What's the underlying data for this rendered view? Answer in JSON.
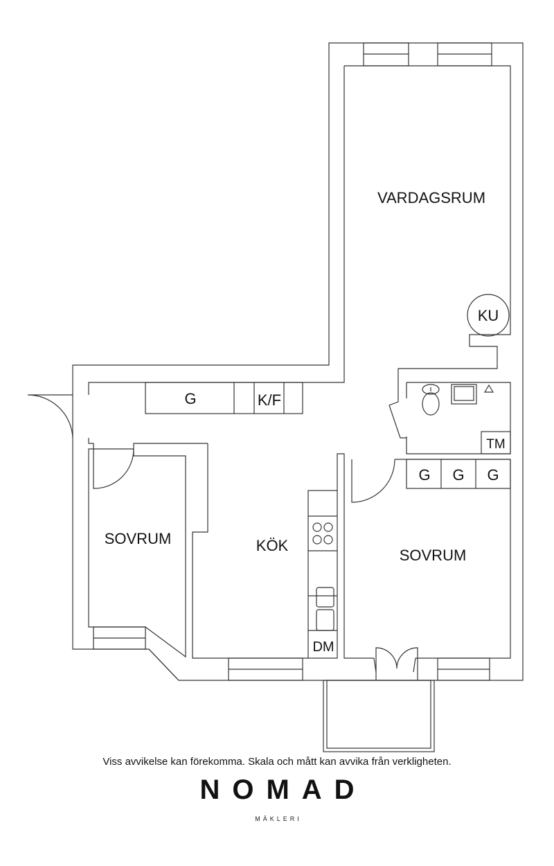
{
  "rooms": {
    "living_room": "VARDAGSRUM",
    "kitchen": "KÖK",
    "bedroom_left": "SOVRUM",
    "bedroom_right": "SOVRUM"
  },
  "fixtures": {
    "ku": "KU",
    "wardrobe_hall": "G",
    "fridge_freezer": "K/F",
    "washer": "TM",
    "wardrobes_bedroom": [
      "G",
      "G",
      "G"
    ],
    "dishwasher": "DM"
  },
  "disclaimer": "Viss avvikelse kan förekomma. Skala och mått kan avvika från verkligheten.",
  "logo": {
    "name": "NOMAD",
    "sub": "MÄKLERI"
  }
}
